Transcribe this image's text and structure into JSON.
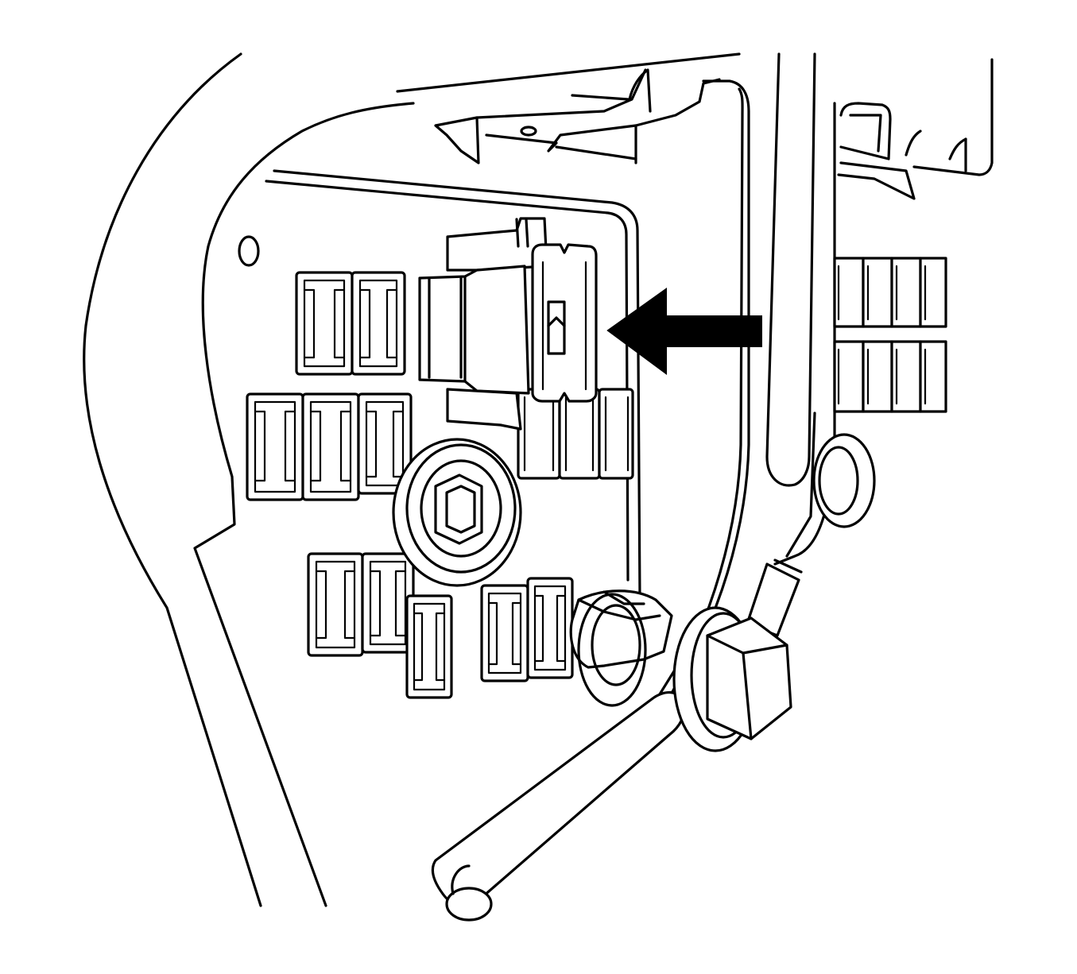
{
  "figure": {
    "kind": "line-drawing",
    "background": "#ffffff",
    "stroke_color": "#000000",
    "subject_parts": [
      "fuse-block",
      "fuse",
      "relay",
      "callout-arrow",
      "mounting-bolt",
      "hex-stud",
      "wiring-harness",
      "mounting-bracket"
    ]
  }
}
